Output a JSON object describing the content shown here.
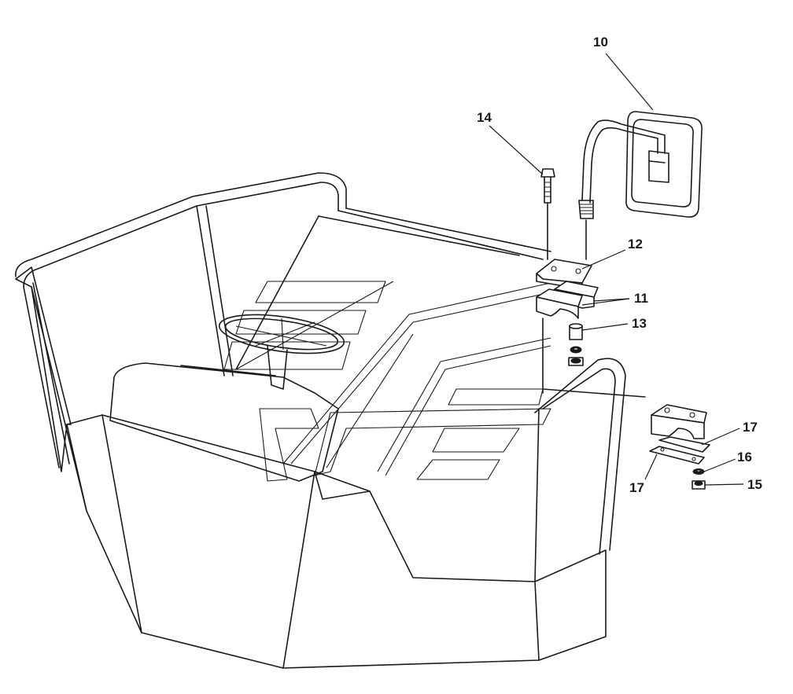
{
  "callouts": {
    "c10": "10",
    "c14": "14",
    "c12": "12",
    "c11": "11",
    "c13": "13",
    "c17a": "17",
    "c16": "16",
    "c17b": "17",
    "c15": "15"
  },
  "colors": {
    "line": "#1a1a1a",
    "background": "#ffffff"
  }
}
